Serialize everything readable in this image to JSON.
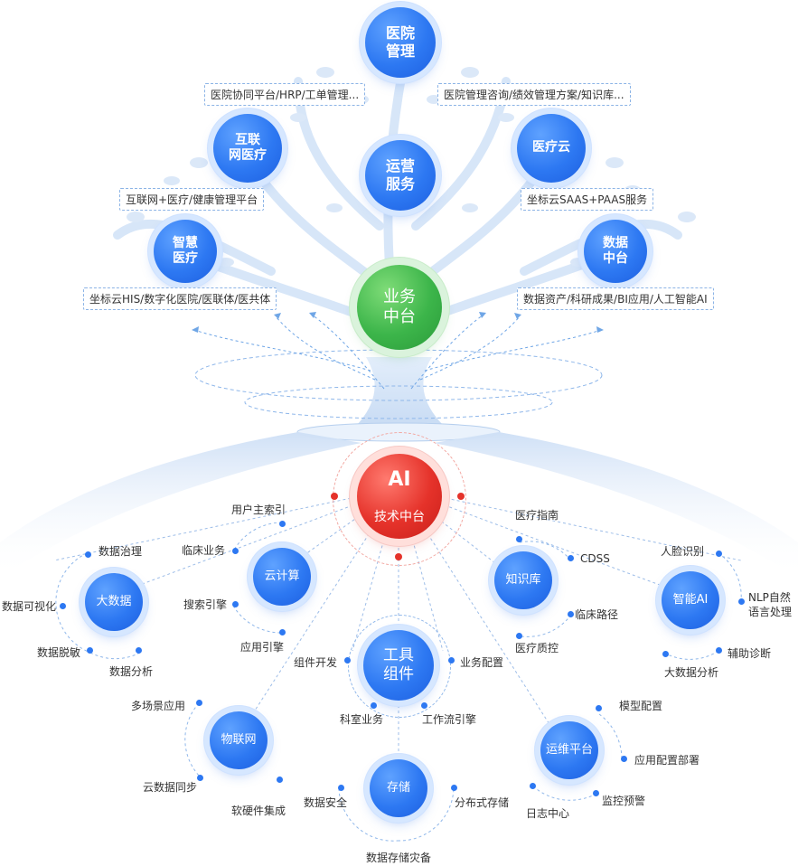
{
  "top_nodes": {
    "hospital_mgmt": "医院\n管理",
    "internet_medical": "互联\n网医疗",
    "ops_service": "运营\n服务",
    "medical_cloud": "医疗云",
    "smart_medical": "智慧\n医疗",
    "data_center": "数据\n中台",
    "business_center": "业务\n中台"
  },
  "tags": {
    "hospital_collab": "医院协同平台/HRP/工单管理...",
    "hospital_consult": "医院管理咨询/绩效管理方案/知识库...",
    "internet_health": "互联网+医疗/健康管理平台",
    "cloud_saas": "坐标云SAAS+PAAS服务",
    "his": "坐标云HIS/数字化医院/医联体/医共体",
    "data_assets": "数据资产/科研成果/BI应用/人工智能AI"
  },
  "ai_center": {
    "title": "AI",
    "subtitle": "技术中台"
  },
  "modules": {
    "big_data": {
      "title": "大数据",
      "labels": [
        "数据治理",
        "数据可视化",
        "数据脱敏",
        "数据分析"
      ]
    },
    "cloud": {
      "title": "云计算",
      "labels": [
        "用户主索引",
        "临床业务",
        "搜索引擎",
        "应用引擎"
      ]
    },
    "knowledge": {
      "title": "知识库",
      "labels": [
        "医疗指南",
        "CDSS",
        "临床路径",
        "医疗质控"
      ]
    },
    "smart_ai": {
      "title": "智能AI",
      "labels": [
        "人脸识别",
        "NLP自然\n语言处理",
        "辅助诊断",
        "大数据分析"
      ]
    },
    "tools": {
      "title": "工具\n组件",
      "labels": [
        "组件开发",
        "业务配置",
        "科室业务",
        "工作流引擎"
      ]
    },
    "iot": {
      "title": "物联网",
      "labels": [
        "多场景应用",
        "云数据同步",
        "软硬件集成"
      ]
    },
    "storage": {
      "title": "存储",
      "labels": [
        "数据安全",
        "分布式存储",
        "数据存储灾备"
      ]
    },
    "ops": {
      "title": "运维平台",
      "labels": [
        "模型配置",
        "应用配置部署",
        "监控预警",
        "日志中心"
      ]
    }
  },
  "colors": {
    "blue": "#2d78f2",
    "green": "#3cb54a",
    "red": "#e5322a",
    "tree": "#d6e6f8"
  }
}
